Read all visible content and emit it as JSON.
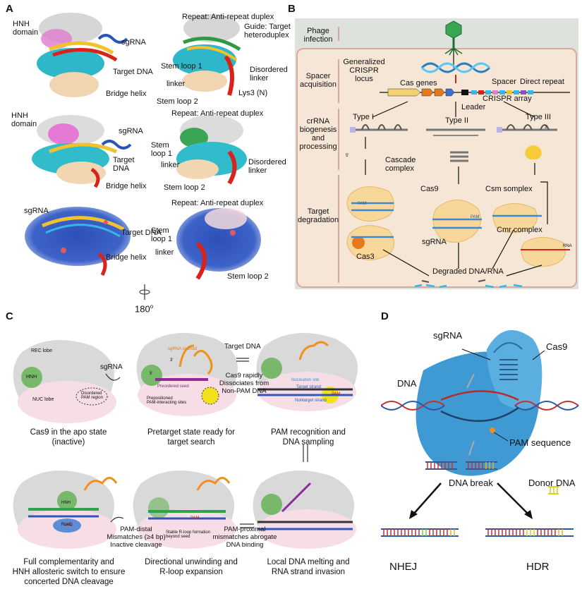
{
  "panels": {
    "a": "A",
    "b": "B",
    "c": "C",
    "d": "D"
  },
  "panel_a": {
    "labels": {
      "hnh_domain": "HNH\ndomain",
      "sgrna_1": "sgRNA",
      "target_dna_1": "Target DNA",
      "bridge_helix_1": "Bridge helix",
      "repeat_anti_1": "Repeat: Anti-repeat duplex",
      "guide_target": "Guide: Target\nheteroduplex",
      "stem_loop1_1": "Stem loop 1",
      "disordered_1": "Disordered\nlinker",
      "linker_1": "linker",
      "stem_loop2_1": "Stem loop 2",
      "lys3": "Lys3 (N)",
      "hnh_domain_2": "HNH\ndomain",
      "sgrna_2": "sgRNA",
      "target_dna_2": "Target\nDNA",
      "bridge_helix_2": "Bridge helix",
      "repeat_anti_2": "Repeat: Anti-repeat duplex",
      "stem_loop1_2": "Stem\nloop 1",
      "linker_2": "linker",
      "disordered_2": "Disordered\nlinker",
      "stem_loop2_2": "Stem loop 2",
      "sgrna_3": "sgRNA",
      "target_dna_3": "Target DNA",
      "bridge_helix_3": "Bridge helix",
      "repeat_anti_3": "Repeat: Anti-repeat duplex",
      "stem_loop1_3": "Stem\nloop 1",
      "linker_3": "linker",
      "stem_loop2_3": "Stem loop 2",
      "rotation": "180",
      "rotation_unit": "o"
    }
  },
  "panel_b": {
    "rows": {
      "phage": "Phage\ninfection",
      "spacer": "Spacer\nacquisition",
      "crrna": "crRNA\nbiogenesis\nand\nprocessing",
      "target": "Target\ndegradation"
    },
    "labels": {
      "locus": "Generalized\nCRISPR\nlocus",
      "cas_genes": "Cas genes",
      "spacer": "Spacer",
      "direct_repeat": "Direct repeat",
      "crispr_array": "CRISPR array",
      "leader": "Leader",
      "type1": "Type I",
      "type2": "Type II",
      "type3": "Type III",
      "cascade": "Cascade\ncomplex",
      "cas9": "Cas9",
      "csm": "Csm somplex",
      "cmr": "Cmr complex",
      "sgrna": "sgRNA",
      "cas3": "Cas3",
      "degraded": "Degraded DNA/RNA",
      "pam": "PAM",
      "rna": "RNA",
      "five": "5'",
      "three": "3'"
    },
    "colors": {
      "panel_bg": "#f6e6d6",
      "header_bg": "#dde3dc",
      "border": "#d7a9a0"
    }
  },
  "panel_c": {
    "labels": {
      "rec_lobe": "REC lobe",
      "nuc_lobe": "NUC lobe",
      "hnh": "HNH",
      "disordered_pam": "Disordered\nPAM region",
      "sgrna_arrow": "sgRNA",
      "sgrna_scaffold": "sgRNA scaffold",
      "preordered_seed": "Preordered seed",
      "prepositioned": "Prepositioned\nPAM-interacting sites",
      "target_dna_arrow": "Target DNA",
      "cas9_dissociates": "Cas9 rapidly\nDissociates from\nNon-PAM DNA",
      "nucleation_site": "Nucleation site",
      "target_strand": "Target strand",
      "nontarget_strand": "Nontarget strand",
      "pam": "PAM",
      "ruvc": "RuvC",
      "stable_rloop": "Stable R-loop formation\nbeyond seed",
      "pam_distal": "PAM-distal\nMismatches (≥4 bp)\nInactive cleavage",
      "pam_proximal": "PAM-proximal\nmismatches abrogate\nDNA binding",
      "five": "5'",
      "three": "3'"
    },
    "captions": {
      "c1": "Cas9 in the apo state\n(inactive)",
      "c2": "Pretarget state ready for\ntarget search",
      "c3": "PAM recognition and\nDNA sampling",
      "c4": "Full complementarity and\nHNH allosteric switch to ensure\nconcerted DNA cleavage",
      "c5": "Directional unwinding and\nR-loop expansion",
      "c6": "Local DNA melting and\nRNA strand invasion"
    }
  },
  "panel_d": {
    "labels": {
      "sgrna": "sgRNA",
      "cas9": "Cas9",
      "dna": "DNA",
      "pam_sequence": "PAM sequence",
      "dna_break": "DNA break",
      "donor_dna": "Donor DNA",
      "nhej": "NHEJ",
      "hdr": "HDR"
    },
    "colors": {
      "cas9_body": "#3f9ad3",
      "cas9_dark": "#1f6fa8"
    }
  }
}
